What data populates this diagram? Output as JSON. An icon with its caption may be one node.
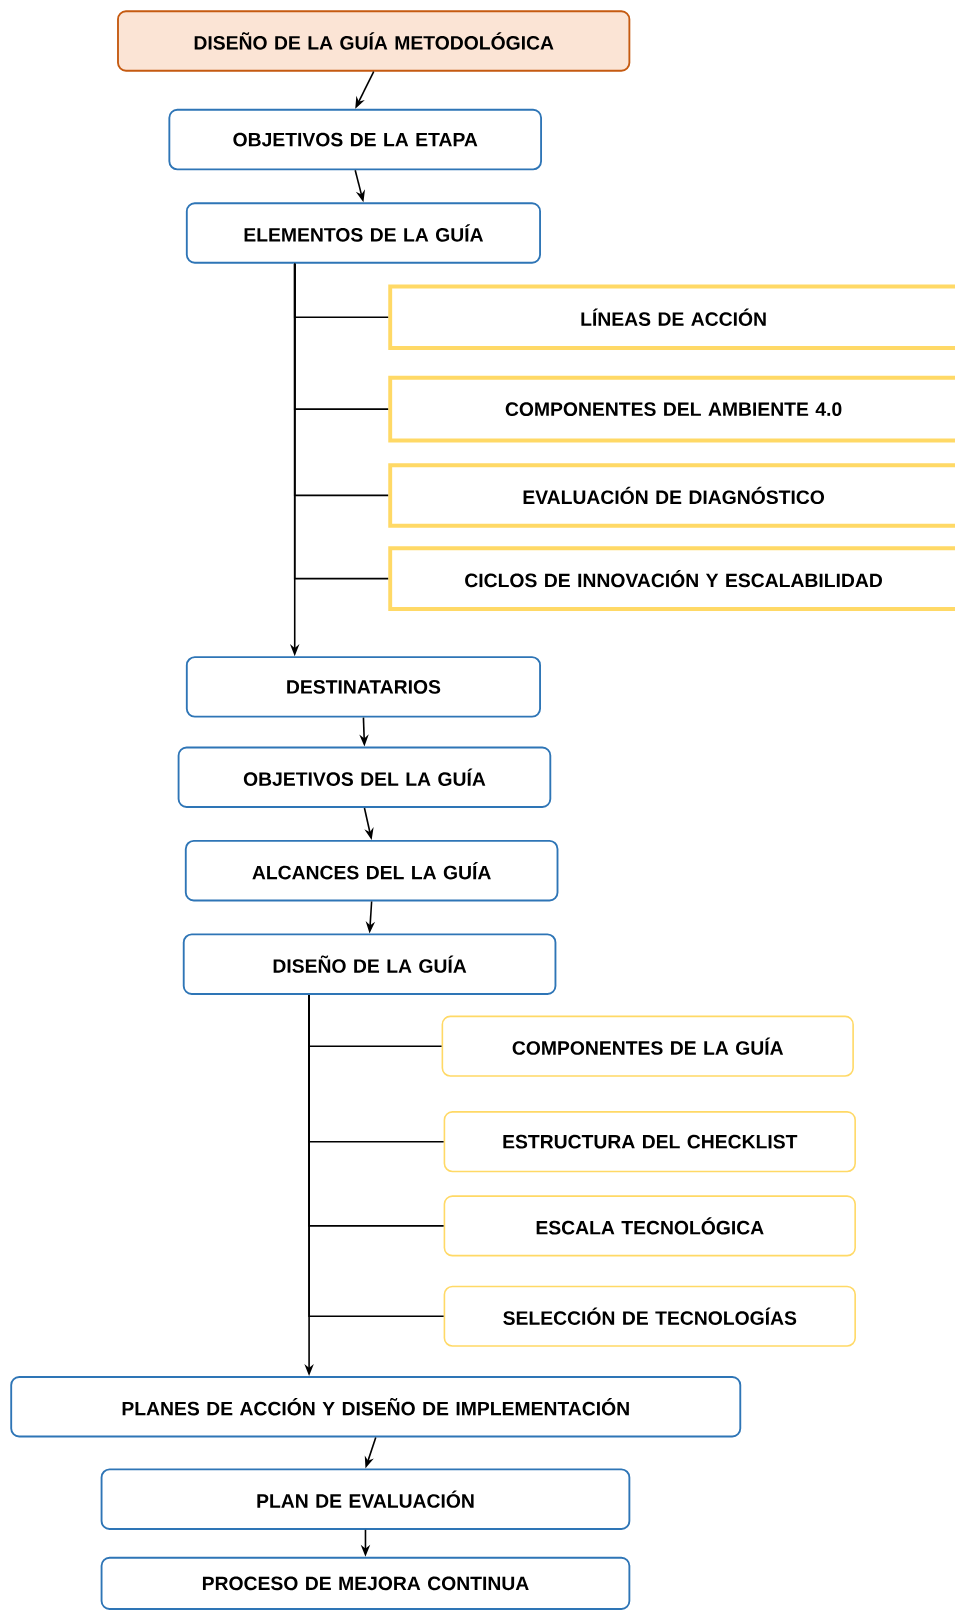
{
  "diagram": {
    "nodes": [
      {
        "text": [
          "DISEÑO DE LA GUÍA METODOLÓGICA"
        ]
      },
      {
        "text": [
          "OBJETIVOS DE LA ETAPA"
        ]
      },
      {
        "text": [
          "ELEMENTOS DE LA GUÍA"
        ]
      },
      {
        "text": [
          "LÍNEAS DE ACCIÓN"
        ]
      },
      {
        "text": [
          "COMPONENTES DEL AMBIENTE 4.0"
        ]
      },
      {
        "text": [
          "EVALUACIÓN DE DIAGNÓSTICO"
        ]
      },
      {
        "text": [
          "CICLOS DE INNOVACIÓN Y ESCALABILIDAD"
        ]
      },
      {
        "text": [
          "DESTINATARIOS"
        ]
      },
      {
        "text": [
          "OBJETIVOS DEL LA GUÍA"
        ]
      },
      {
        "text": [
          "ALCANCES DEL LA GUÍA"
        ]
      },
      {
        "text": [
          "DISEÑO DE LA GUÍA"
        ]
      },
      {
        "text": [
          "COMPONENTES DE LA GUÍA"
        ]
      },
      {
        "text": [
          "ESTRUCTURA DEL CHECKLIST"
        ]
      },
      {
        "text": [
          "ESCALA TECNOLÓGICA"
        ]
      },
      {
        "text": [
          "SELECCIÓN DE TECNOLOGÍAS"
        ]
      },
      {
        "text": [
          "PLANES DE ACCIÓN Y DISEÑO DE IMPLEMENTACIÓN"
        ]
      },
      {
        "text": [
          "PLAN DE EVALUACIÓN"
        ]
      },
      {
        "text": [
          "PROCESO DE MEJORA CONTINUA"
        ]
      }
    ],
    "edges": [
      {
        "from": 0,
        "to": 1,
        "arrow": "to"
      },
      {
        "from": 1,
        "to": 2,
        "arrow": "to"
      },
      {
        "from": 2,
        "to": 3,
        "arrow": "none"
      },
      {
        "from": 2,
        "to": 4,
        "arrow": "none"
      },
      {
        "from": 2,
        "to": 5,
        "arrow": "none"
      },
      {
        "from": 2,
        "to": 6,
        "arrow": "none"
      },
      {
        "from": 2,
        "to": 7,
        "arrow": "to"
      },
      {
        "from": 7,
        "to": 8,
        "arrow": "to"
      },
      {
        "from": 8,
        "to": 9,
        "arrow": "to"
      },
      {
        "from": 9,
        "to": 10,
        "arrow": "to"
      },
      {
        "from": 10,
        "to": 11,
        "arrow": "none"
      },
      {
        "from": 10,
        "to": 12,
        "arrow": "none"
      },
      {
        "from": 10,
        "to": 13,
        "arrow": "none"
      },
      {
        "from": 10,
        "to": 14,
        "arrow": "none"
      },
      {
        "from": 10,
        "to": 15,
        "arrow": "to"
      },
      {
        "from": 15,
        "to": 16,
        "arrow": "to"
      },
      {
        "from": 16,
        "to": 17,
        "arrow": "to"
      }
    ]
  }
}
